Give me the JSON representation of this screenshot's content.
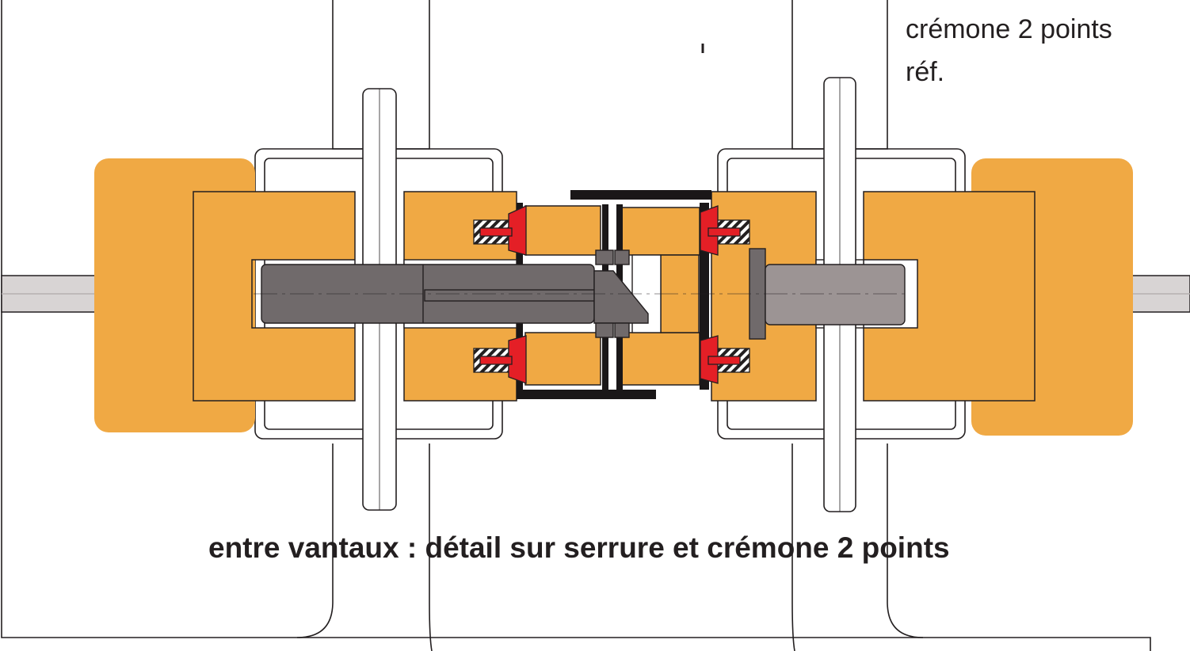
{
  "labels": {
    "ref_line_1": "crémone 2 points",
    "ref_line_2": "réf.",
    "caption": "entre vantaux : détail sur serrure et crémone 2 points"
  },
  "colors": {
    "wood": "#f0a944",
    "seal_red": "#e41f26",
    "bolt_dark": "#706a6b",
    "bolt_light": "#9c9494",
    "rod": "#d8d4d4",
    "outline": "#231f20",
    "black_strip": "#1a1718"
  }
}
